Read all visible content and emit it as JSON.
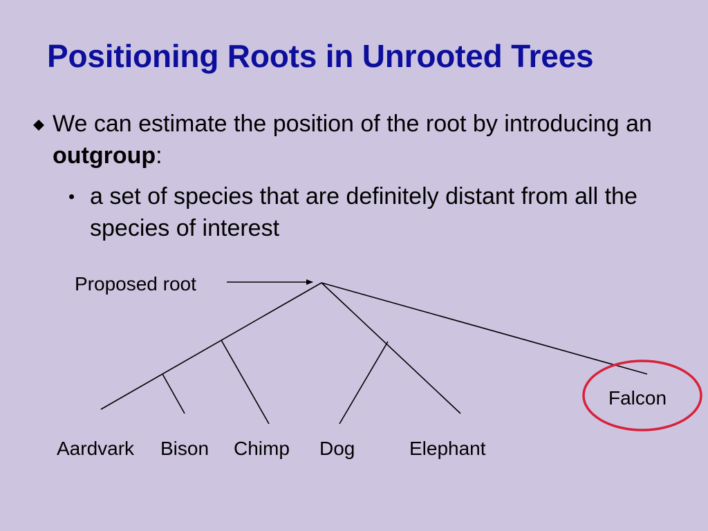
{
  "slide": {
    "title": "Positioning Roots in Unrooted Trees",
    "bullets": [
      {
        "text_before": "We can estimate the position of the root by introducing an ",
        "bold": "outgroup",
        "text_after": ":"
      }
    ],
    "sub_bullets": [
      {
        "text": "a set of species that are definitely distant from all the species of interest"
      }
    ]
  },
  "diagram": {
    "root_label": "Proposed root",
    "leaves": [
      "Aardvark",
      "Bison",
      "Chimp",
      "Dog",
      "Elephant",
      "Falcon"
    ],
    "highlighted_leaf": "Falcon",
    "highlight_color": "#d8213a",
    "title_color": "#0d0f9c",
    "background_color": "#cdc5e0"
  }
}
